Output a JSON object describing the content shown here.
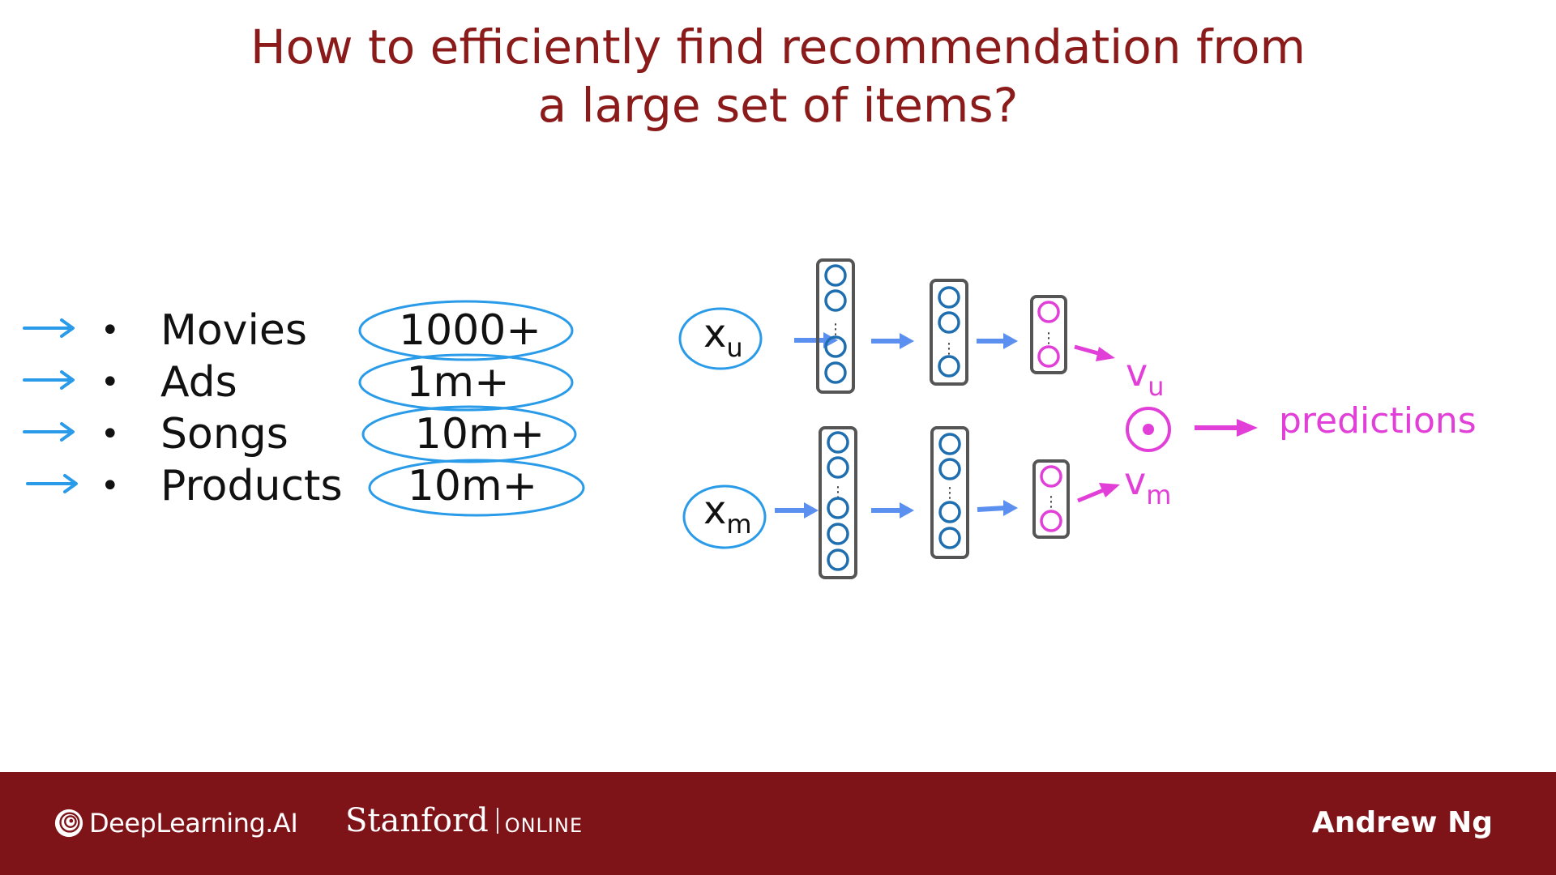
{
  "slide": {
    "title_line1": "How to efficiently find recommendation from",
    "title_line2": "a large set of items?"
  },
  "items": [
    {
      "label": "Movies",
      "count": "1000+"
    },
    {
      "label": "Ads",
      "count": "1m+"
    },
    {
      "label": "Songs",
      "count": "10m+"
    },
    {
      "label": "Products",
      "count": "10m+"
    }
  ],
  "diagram": {
    "user_input": {
      "base": "x",
      "sub": "u"
    },
    "movie_input": {
      "base": "x",
      "sub": "m"
    },
    "user_vector": {
      "base": "v",
      "sub": "u"
    },
    "movie_vector": {
      "base": "v",
      "sub": "m"
    },
    "output_label": "predictions"
  },
  "footer": {
    "brand1": "DeepLearning.AI",
    "brand2": "Stanford",
    "brand2_suffix": "ONLINE",
    "presenter": "Andrew Ng"
  },
  "colors": {
    "title": "#8b1a1a",
    "annotation_blue": "#2a9be8",
    "arrow_blue": "#5b8ff0",
    "node_blue": "#1f6fb0",
    "magenta": "#e23fd9",
    "footer_bg": "#7e1318"
  }
}
